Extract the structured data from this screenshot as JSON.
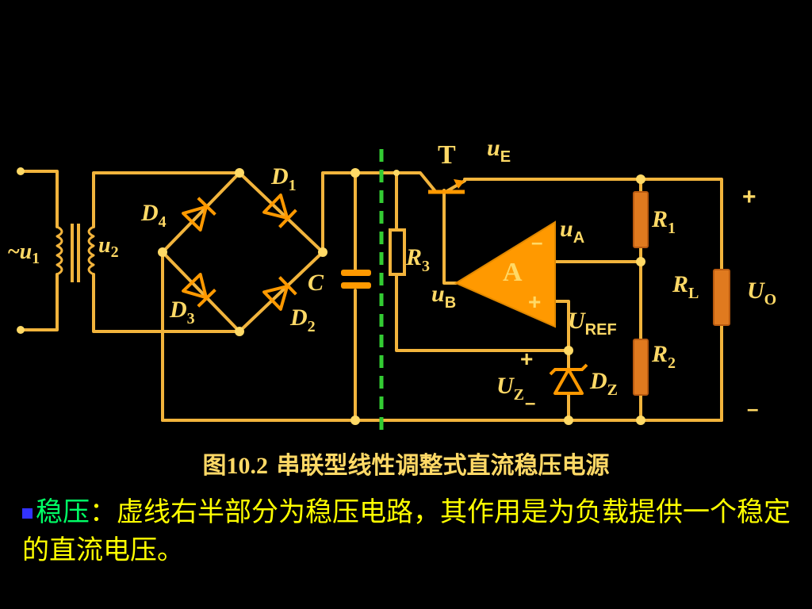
{
  "colors": {
    "background": "#000000",
    "wire": "#F2B43C",
    "component": "#FF9900",
    "label": "#FFD966",
    "dashed_line": "#33CC33",
    "text": "#FFFF00",
    "keyword": "#00FF66",
    "bullet": "#3333FF"
  },
  "labels": {
    "u1": {
      "pre": "~",
      "main": "u",
      "sub": "1"
    },
    "u2": {
      "main": "u",
      "sub": "2"
    },
    "D1": {
      "main": "D",
      "sub": "1"
    },
    "D2": {
      "main": "D",
      "sub": "2"
    },
    "D3": {
      "main": "D",
      "sub": "3"
    },
    "D4": {
      "main": "D",
      "sub": "4"
    },
    "C": "C",
    "T": "T",
    "uE": {
      "main": "u",
      "sub": "E"
    },
    "uA": {
      "main": "u",
      "sub": "A"
    },
    "uB": {
      "main": "u",
      "sub": "B"
    },
    "R1": {
      "main": "R",
      "sub": "1"
    },
    "R2": {
      "main": "R",
      "sub": "2"
    },
    "R3": {
      "main": "R",
      "sub": "3"
    },
    "RL": {
      "main": "R",
      "sub": "L"
    },
    "Uo": {
      "main": "U",
      "sub": "O"
    },
    "UREF": {
      "main": "U",
      "sub": "REF"
    },
    "UZ": {
      "main": "U",
      "sub": "Z"
    },
    "DZ": {
      "main": "D",
      "sub": "Z"
    },
    "opamp": "A",
    "opamp_minus": "–",
    "opamp_plus": "+",
    "out_plus": "+",
    "out_minus": "–",
    "uz_plus": "+",
    "uz_minus": "–"
  },
  "caption": {
    "prefix": "图",
    "number": "10.2",
    "text": " 串联型线性调整式直流稳压电源"
  },
  "body": {
    "keyword": "稳压",
    "colon": "：",
    "text": "虚线右半部分为稳压电路，其作用是为负载提供一个稳定的直流电压。"
  }
}
